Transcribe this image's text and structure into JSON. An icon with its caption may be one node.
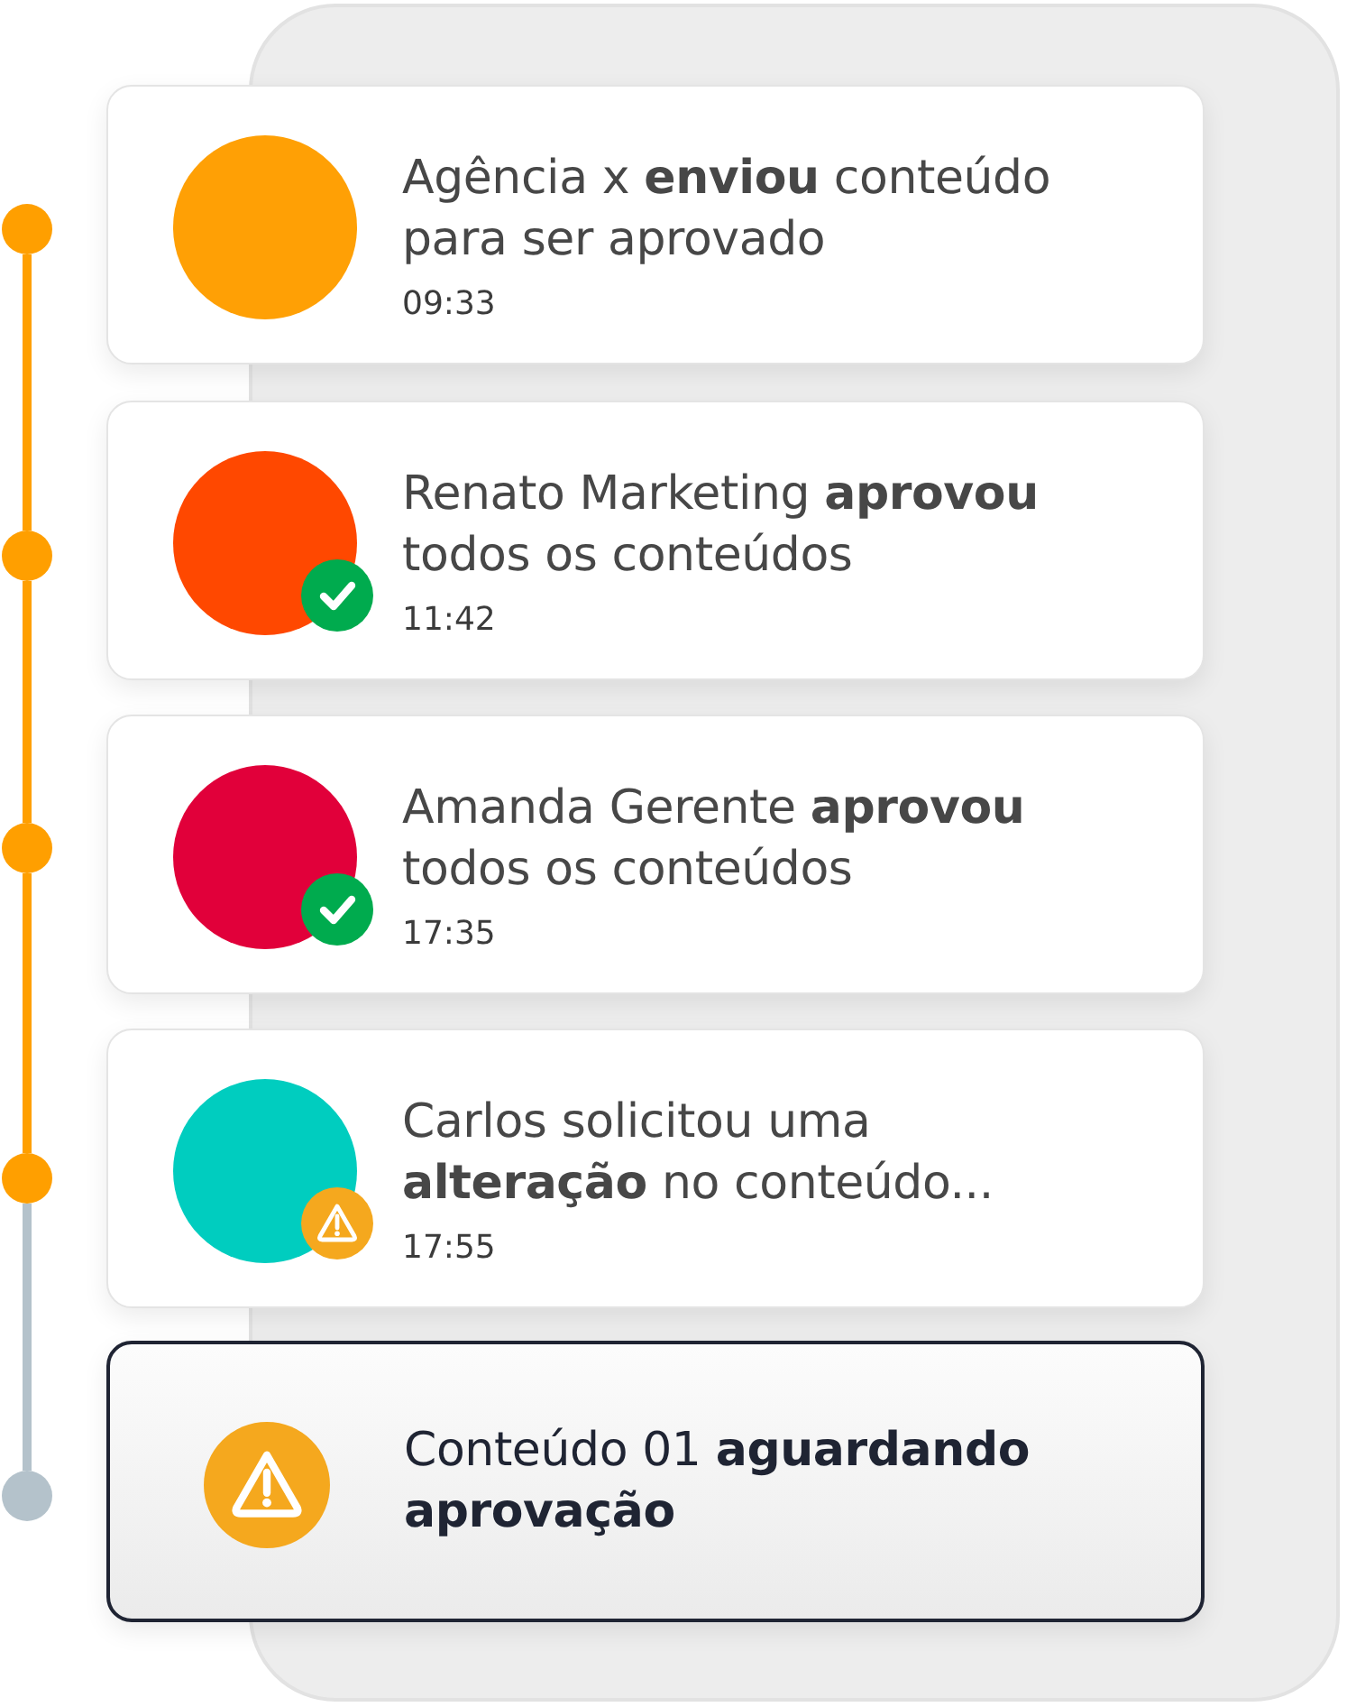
{
  "diagram": {
    "nodes": [
      {
        "text": [],
        "shape": "circle"
      },
      {
        "text": [
          "Agência x **enviou** conteúdo para ser aprovado",
          "09:33"
        ]
      },
      {
        "text": [],
        "shape": "circle"
      },
      {
        "text": [
          "Renato Marketing **aprovou** todos os conteúdos",
          "11:42"
        ]
      },
      {
        "text": [],
        "shape": "circle"
      },
      {
        "text": [
          "Amanda Gerente **aprovou** todos os conteúdos",
          "17:35"
        ]
      },
      {
        "text": [],
        "shape": "circle"
      },
      {
        "text": [
          "Carlos solicitou uma **alteração** no conteúdo...",
          "17:55"
        ]
      },
      {
        "text": [],
        "shape": "circle"
      },
      {
        "text": [
          "Conteúdo 01 **aguardando aprovação**"
        ]
      }
    ],
    "edges": [
      {
        "from": 0,
        "to": 2,
        "arrow": "none"
      },
      {
        "from": 2,
        "to": 4,
        "arrow": "none"
      },
      {
        "from": 4,
        "to": 6,
        "arrow": "none"
      },
      {
        "from": 6,
        "to": 8,
        "arrow": "none",
        "color": "#b4c2cb"
      }
    ]
  }
}
